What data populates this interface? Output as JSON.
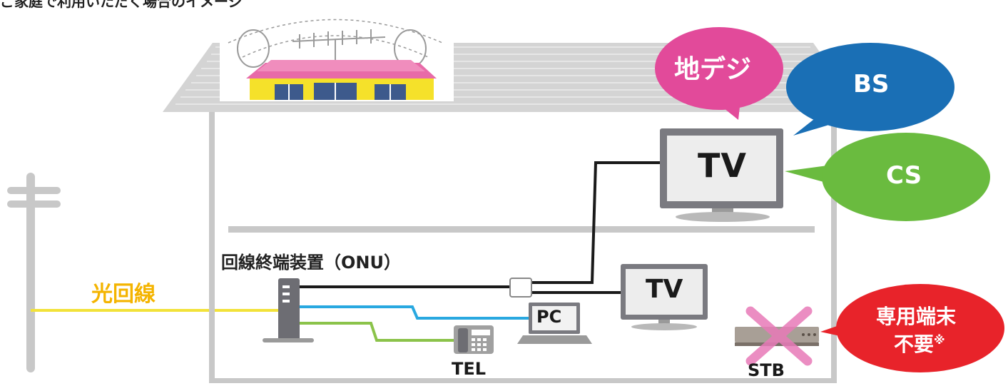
{
  "caption": "ご家庭で利用いただく場合のイメージ",
  "labels": {
    "onu": "回線終端装置（ONU）",
    "fiber": "光回線",
    "tv_main": "TV",
    "tv_sub": "TV",
    "pc": "PC",
    "tel": "TEL",
    "stb": "STB"
  },
  "bubbles": {
    "terrestrial": "地デジ",
    "bs": "BS",
    "cs": "CS",
    "no_stb_line1": "専用端末",
    "no_stb_line2": "不要",
    "no_stb_mark": "※"
  },
  "colors": {
    "terrestrial": "#e24a9a",
    "bs": "#1a6fb5",
    "cs": "#6abb3f",
    "no_stb": "#e8232a",
    "fiber": "#f2e23a",
    "fiber_label": "#f4b400",
    "tel_line": "#8bc34a",
    "pc_line": "#29a8e0",
    "tv_line": "#1a1a1a",
    "house_gray": "#c8c8c8",
    "cross": "#e87ab8"
  }
}
